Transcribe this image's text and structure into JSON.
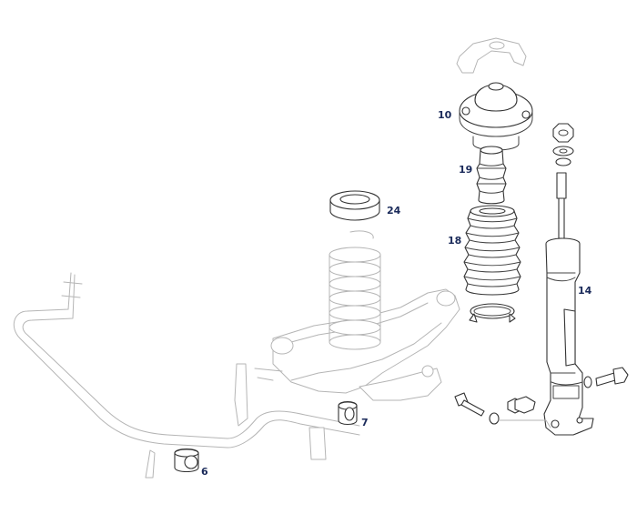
{
  "parts": [
    {
      "id": "p10",
      "label": "10",
      "name": "strut-top-mount"
    },
    {
      "id": "p19",
      "label": "19",
      "name": "bump-stop"
    },
    {
      "id": "p24",
      "label": "24",
      "name": "spring-pad"
    },
    {
      "id": "p18",
      "label": "18",
      "name": "dust-boot"
    },
    {
      "id": "p14",
      "label": "14",
      "name": "shock-absorber"
    },
    {
      "id": "p7",
      "label": "7",
      "name": "stabilizer-bushing-inner"
    },
    {
      "id": "p6",
      "label": "6",
      "name": "stabilizer-bushing-outer"
    }
  ]
}
